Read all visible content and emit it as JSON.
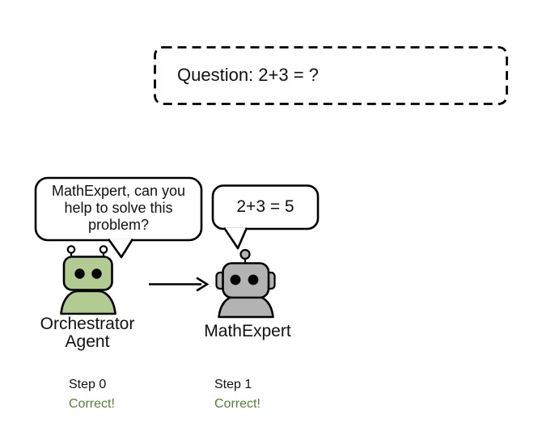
{
  "figure": {
    "question": "Question: 2+3 = ?"
  },
  "colors": {
    "outline": "#000000",
    "orchestrator_fill": "#b2cb92",
    "mathexpert_fill": "#b3b3b3",
    "correct_text": "#538135"
  },
  "agents": {
    "orchestrator": {
      "label": "Orchestrator\nAgent",
      "speech": "MathExpert, can you\nhelp to solve this\nproblem?",
      "step": "Step 0",
      "status": "Correct!"
    },
    "mathexpert": {
      "label": "MathExpert",
      "speech": "2+3 = 5",
      "step": "Step 1",
      "status": "Correct!"
    }
  }
}
